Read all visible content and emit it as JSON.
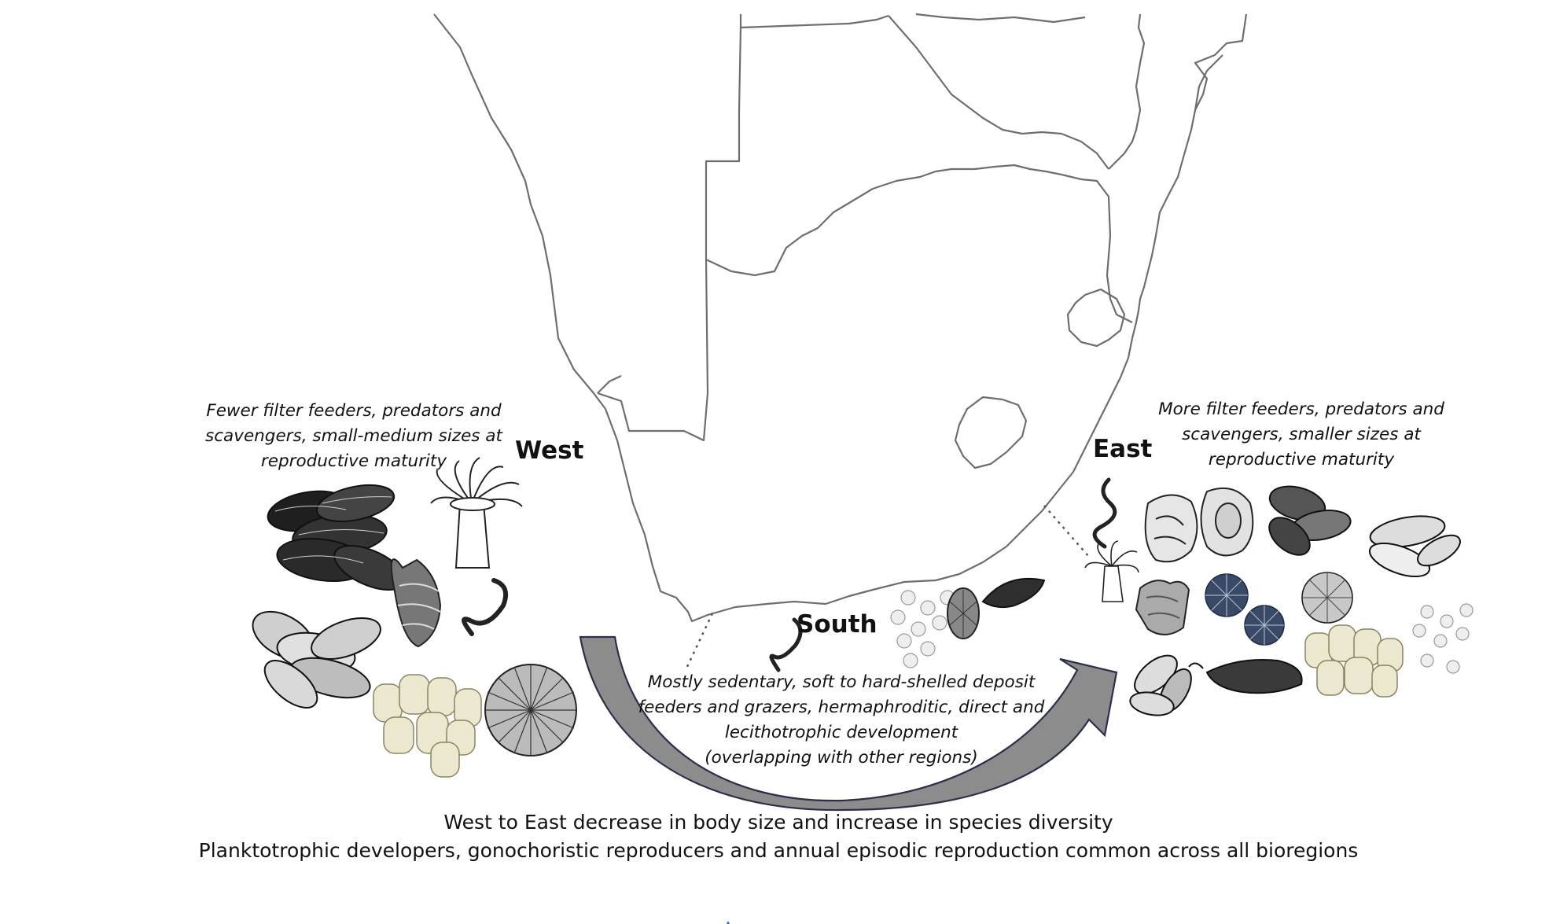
{
  "regions": {
    "west": "West",
    "south": "South",
    "east": "East"
  },
  "descriptions": {
    "west": [
      "Fewer filter feeders, predators and",
      "scavengers, small-medium sizes at",
      "reproductive maturity"
    ],
    "east": [
      "More filter feeders, predators and",
      "scavengers, smaller sizes at",
      "reproductive maturity"
    ],
    "south": [
      "Mostly sedentary, soft to hard-shelled deposit",
      "feeders and grazers, hermaphroditic, direct and",
      "lecithotrophic development",
      "(overlapping with other regions)"
    ]
  },
  "summary": {
    "line1": "West to East decrease in body size and increase in species diversity",
    "line2": "Planktotrophic developers, gonochoristic reproducers and annual episodic reproduction common across all bioregions"
  },
  "colors": {
    "map_border": "#6e6e6e",
    "arrow_fill": "#8c8c8c",
    "arrow_stroke": "#2b2f4a",
    "barnacle": "#ece7cf",
    "urchin": "#3a4a66",
    "marker": "#3b6bc4"
  },
  "icons": {
    "west": [
      "mussel-cluster-icon",
      "sea-anemone-icon",
      "whelk-icon",
      "worm-icon",
      "mussel-bed-icon",
      "barnacle-cluster-icon",
      "limpet-icon"
    ],
    "south": [
      "worm-icon",
      "barnacle-cluster-icon",
      "limpet-icon",
      "chiton-icon"
    ],
    "east": [
      "worm-icon",
      "oyster-icon",
      "oyster-icon",
      "mussel-cluster-icon",
      "mussel-pair-icon",
      "sea-anemone-icon",
      "coral-icon",
      "sea-urchin-icon",
      "limpet-icon",
      "barnacle-cluster-icon",
      "mussel-icon",
      "sea-cucumber-icon"
    ]
  }
}
